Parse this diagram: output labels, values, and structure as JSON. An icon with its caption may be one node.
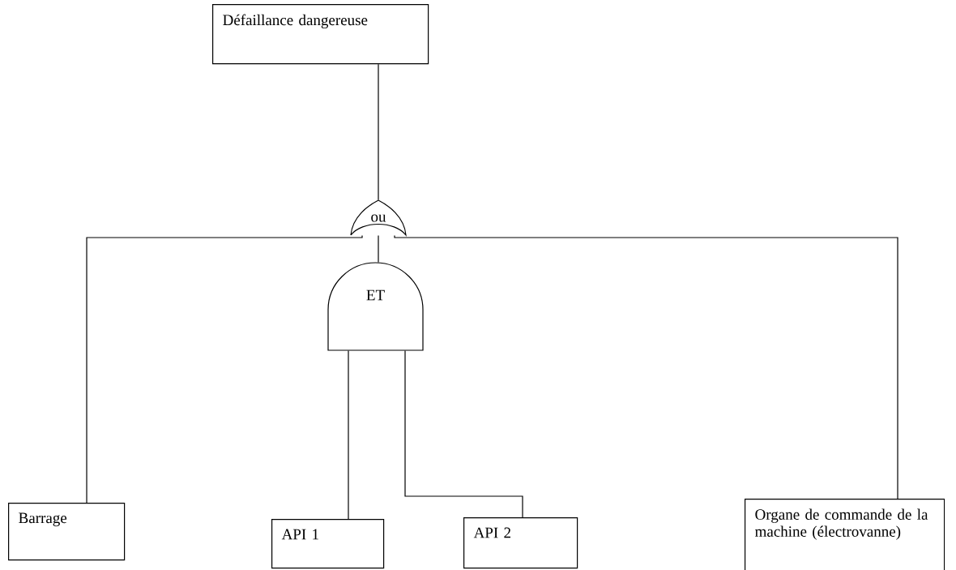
{
  "diagram": {
    "nodes": [
      {
        "text": [
          "Défaillance dangereuse"
        ]
      },
      {
        "text": [
          "ou"
        ]
      },
      {
        "text": [
          "ET"
        ]
      },
      {
        "text": [
          "Barrage"
        ]
      },
      {
        "text": [
          "API 1"
        ]
      },
      {
        "text": [
          "API 2"
        ]
      },
      {
        "text": [
          "Organe de commande de la machine (électrovanne)"
        ]
      }
    ],
    "edges": [
      {
        "from": 1,
        "to": 0,
        "arrow": "none"
      },
      {
        "from": 3,
        "to": 1,
        "arrow": "none"
      },
      {
        "from": 2,
        "to": 1,
        "arrow": "none"
      },
      {
        "from": 6,
        "to": 1,
        "arrow": "none"
      },
      {
        "from": 4,
        "to": 2,
        "arrow": "none"
      },
      {
        "from": 5,
        "to": 2,
        "arrow": "none"
      }
    ]
  }
}
